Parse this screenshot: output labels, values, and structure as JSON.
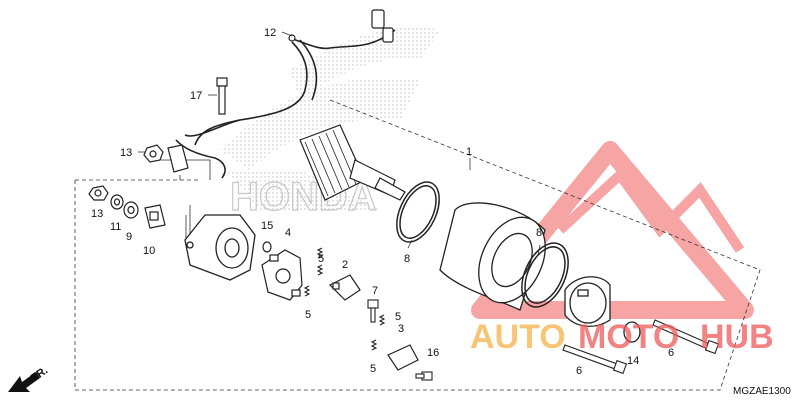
{
  "diagram_code": "MGZAE1300",
  "direction_label": "FR.",
  "watermark": {
    "brand_part1": "AUTO",
    "brand_part2": "MOTO",
    "brand_part3": "HUB",
    "background_logo_text": "HONDA",
    "color_main": "#f05a5a",
    "color_accent": "#f6b24a"
  },
  "callouts": [
    {
      "id": "c1",
      "text": "1"
    },
    {
      "id": "c2",
      "text": "2"
    },
    {
      "id": "c3",
      "text": "3"
    },
    {
      "id": "c4",
      "text": "4"
    },
    {
      "id": "c5a",
      "text": "5"
    },
    {
      "id": "c5b",
      "text": "5"
    },
    {
      "id": "c5c",
      "text": "5"
    },
    {
      "id": "c5d",
      "text": "5"
    },
    {
      "id": "c6a",
      "text": "6"
    },
    {
      "id": "c6b",
      "text": "6"
    },
    {
      "id": "c7",
      "text": "7"
    },
    {
      "id": "c8a",
      "text": "8"
    },
    {
      "id": "c8b",
      "text": "8"
    },
    {
      "id": "c9",
      "text": "9"
    },
    {
      "id": "c10",
      "text": "10"
    },
    {
      "id": "c11",
      "text": "11"
    },
    {
      "id": "c12",
      "text": "12"
    },
    {
      "id": "c13a",
      "text": "13"
    },
    {
      "id": "c13b",
      "text": "13"
    },
    {
      "id": "c14",
      "text": "14"
    },
    {
      "id": "c15",
      "text": "15"
    },
    {
      "id": "c16",
      "text": "16"
    },
    {
      "id": "c17",
      "text": "17"
    }
  ]
}
